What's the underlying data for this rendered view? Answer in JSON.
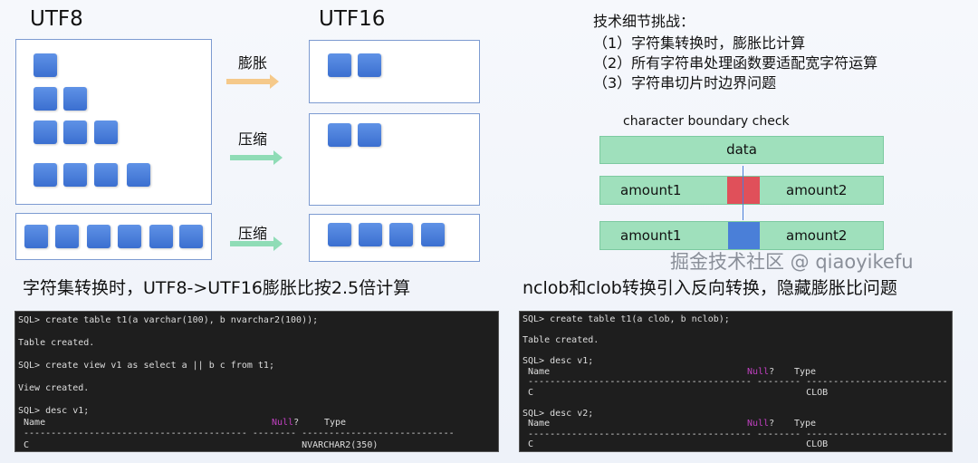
{
  "left": {
    "utf8_label": "UTF8",
    "utf16_label": "UTF16",
    "expand_label": "膨胀",
    "compress_label_1": "压缩",
    "compress_label_2": "压缩"
  },
  "right": {
    "challenges_title": "技术细节挑战：",
    "challenges": [
      "（1）字符集转换时，膨胀比计算",
      "（2）所有字符串处理函数要适配宽字符运算",
      "（3）字符串切片时边界问题"
    ],
    "boundary_title": "character boundary check",
    "data_label": "data",
    "amount1": "amount1",
    "amount2": "amount2"
  },
  "captions": {
    "left": "字符集转换时，UTF8->UTF16膨胀比按2.5倍计算",
    "right": "nclob和clob转换引入反向转换，隐藏膨胀比问题"
  },
  "terminal_left": {
    "lines": [
      "SQL> create table t1(a varchar(100), b nvarchar2(100));",
      "",
      "Table created.",
      "",
      "SQL> create view v1 as select a || b c from t1;",
      "",
      "View created.",
      "",
      "SQL> desc v1;"
    ],
    "header_name": " Name",
    "header_null": "Null",
    "header_q": "?",
    "header_type": "Type",
    "dashes": " ----------------------------------------- -------- ----------------------------",
    "row": " C                                                  NVARCHAR2(350)"
  },
  "terminal_right": {
    "lines": [
      "SQL> create table t1(a clob, b nclob);",
      "",
      "Table created.",
      "",
      "SQL> desc v1;"
    ],
    "header_name": " Name",
    "header_null": "Null",
    "header_q": "?",
    "header_type": "Type",
    "dashes": " ----------------------------------------- -------- ----------------------------",
    "row1": " C                                                  CLOB",
    "desc2": "SQL> desc v2;",
    "row2": " C                                                  CLOB"
  },
  "watermark": "掘金技术社区 @ qiaoyikefu",
  "colors": {
    "block": "#4a7fd8",
    "expand_arrow": "#f5c98a",
    "compress_arrow": "#8fdcb6",
    "bar": "#9fe0bc",
    "boundary_red": "#e0505a"
  }
}
